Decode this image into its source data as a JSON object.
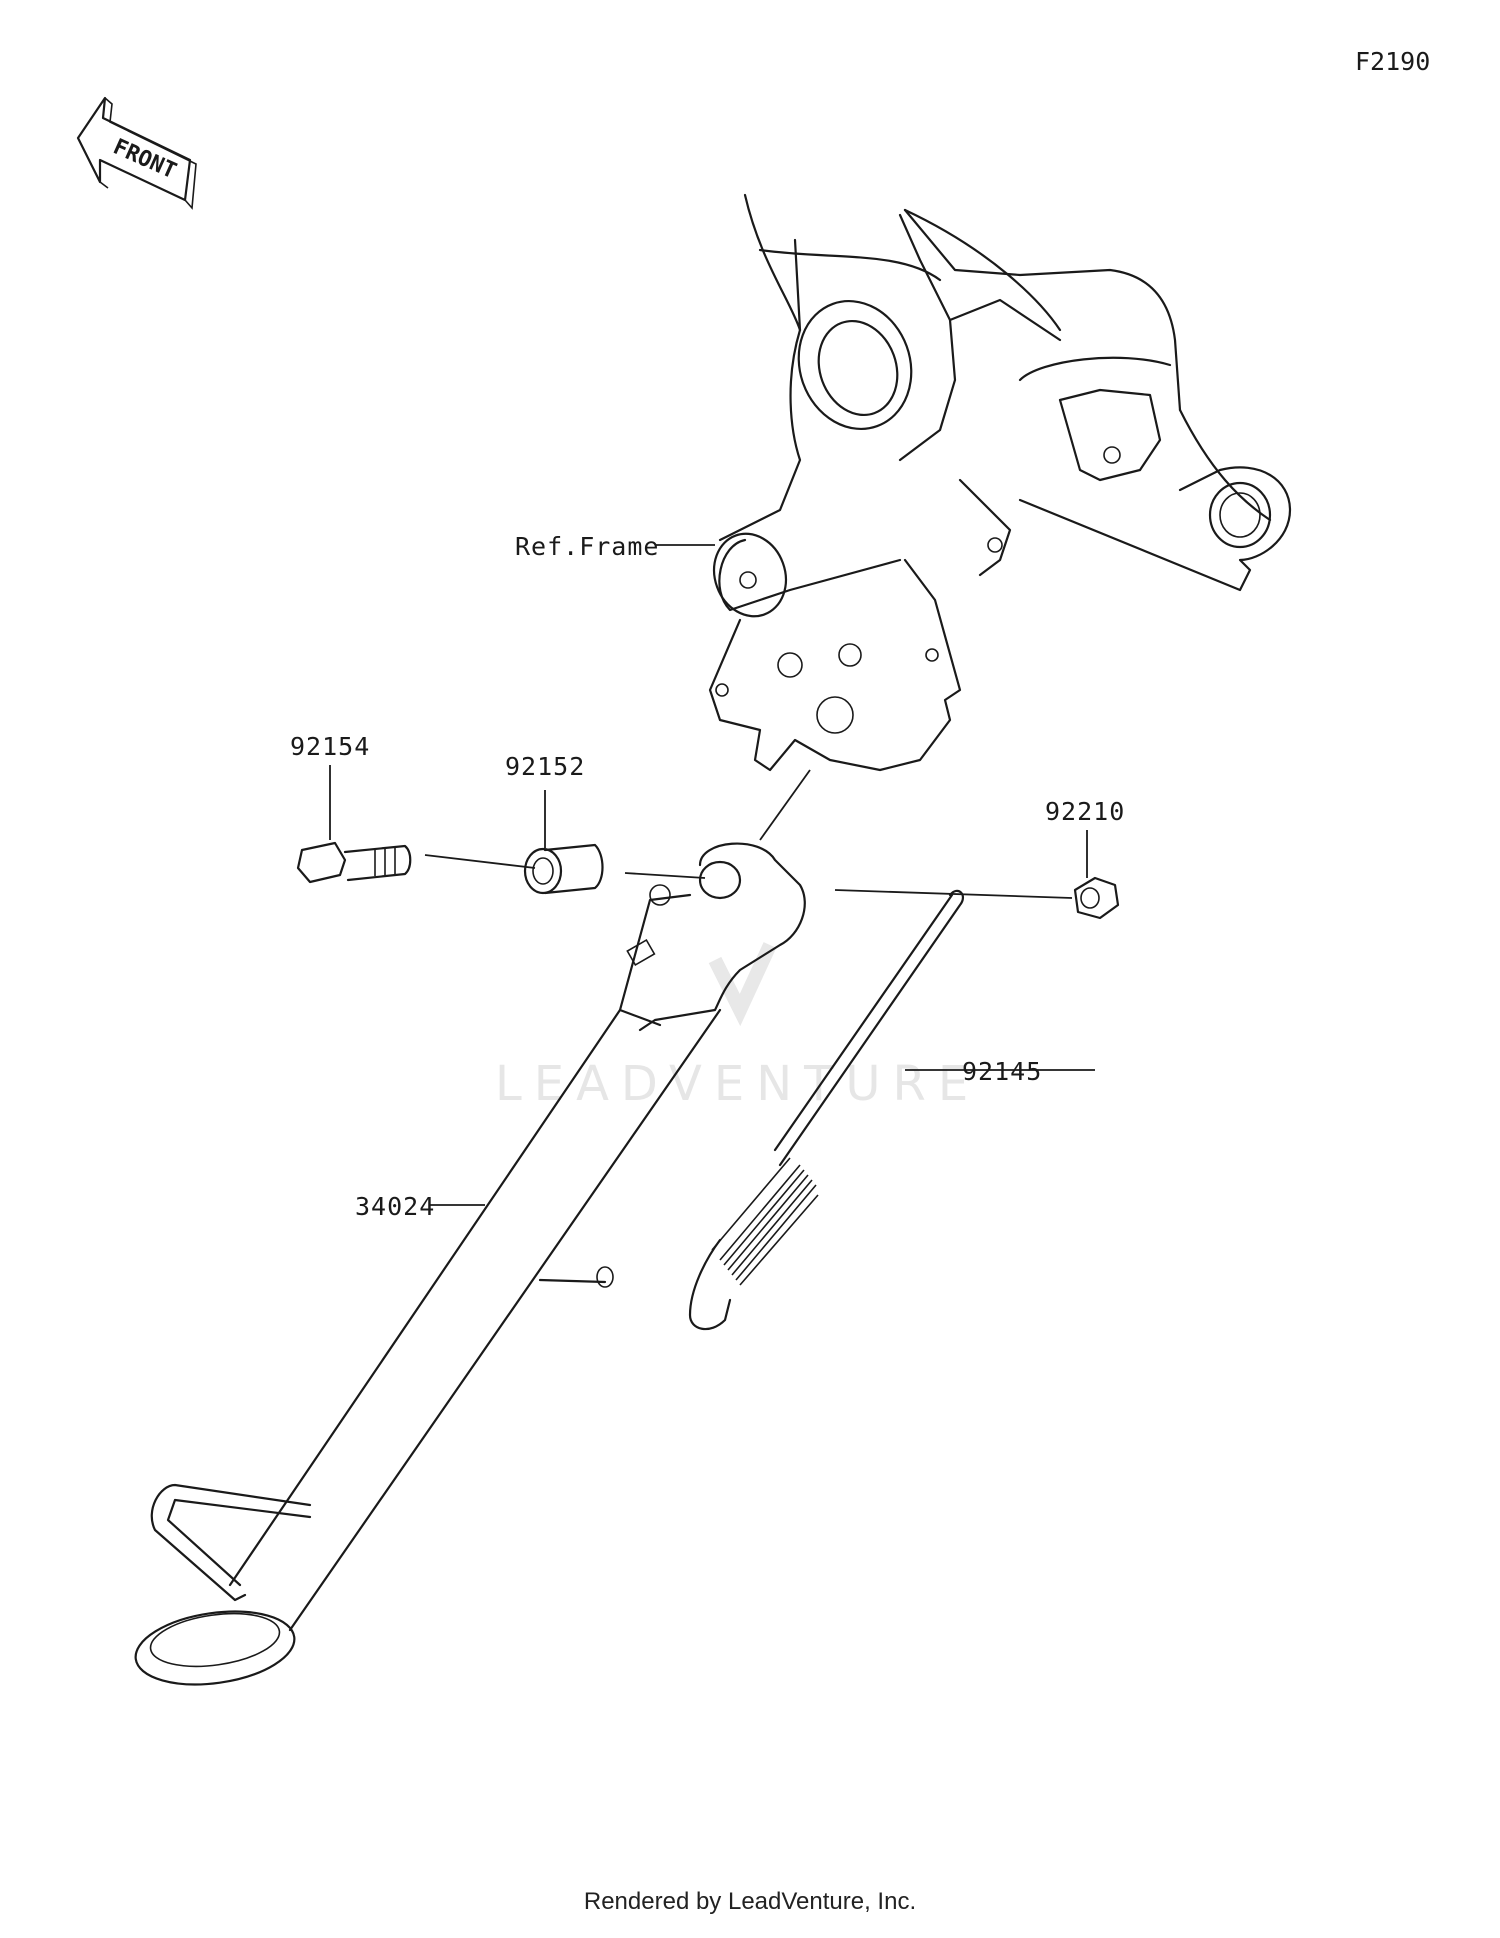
{
  "figure_code": "F2190",
  "front_indicator": "FRONT",
  "watermark": "LEADVENTURE",
  "footer": "Rendered by LeadVenture, Inc.",
  "parts": [
    {
      "id": "ref-frame",
      "label": "Ref.Frame"
    },
    {
      "id": "92154",
      "label": "92154"
    },
    {
      "id": "92152",
      "label": "92152"
    },
    {
      "id": "92210",
      "label": "92210"
    },
    {
      "id": "92145",
      "label": "92145"
    },
    {
      "id": "34024",
      "label": "34024"
    }
  ]
}
